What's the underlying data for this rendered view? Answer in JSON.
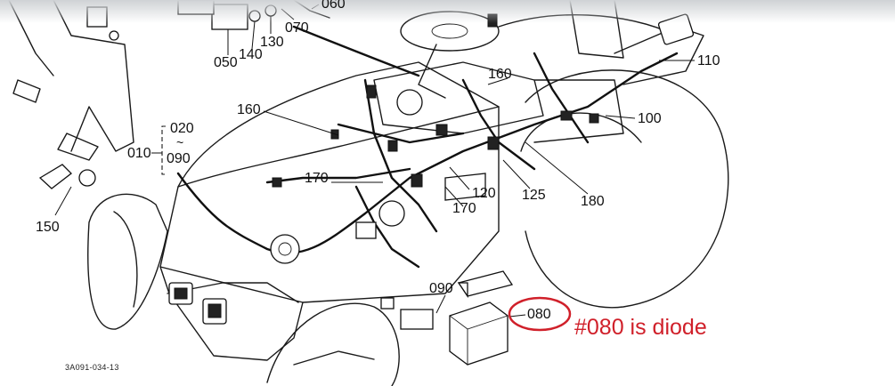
{
  "diagram": {
    "callouts": [
      "060",
      "070",
      "130",
      "140",
      "050",
      "110",
      "160",
      "100",
      "020",
      "090",
      "010",
      "170",
      "120",
      "125",
      "180",
      "150",
      "090",
      "080"
    ],
    "callout_tilde": "~",
    "figure_code": "3A091-034-13"
  },
  "annotation": {
    "text": "#080 is diode",
    "color": "#d0202a"
  }
}
